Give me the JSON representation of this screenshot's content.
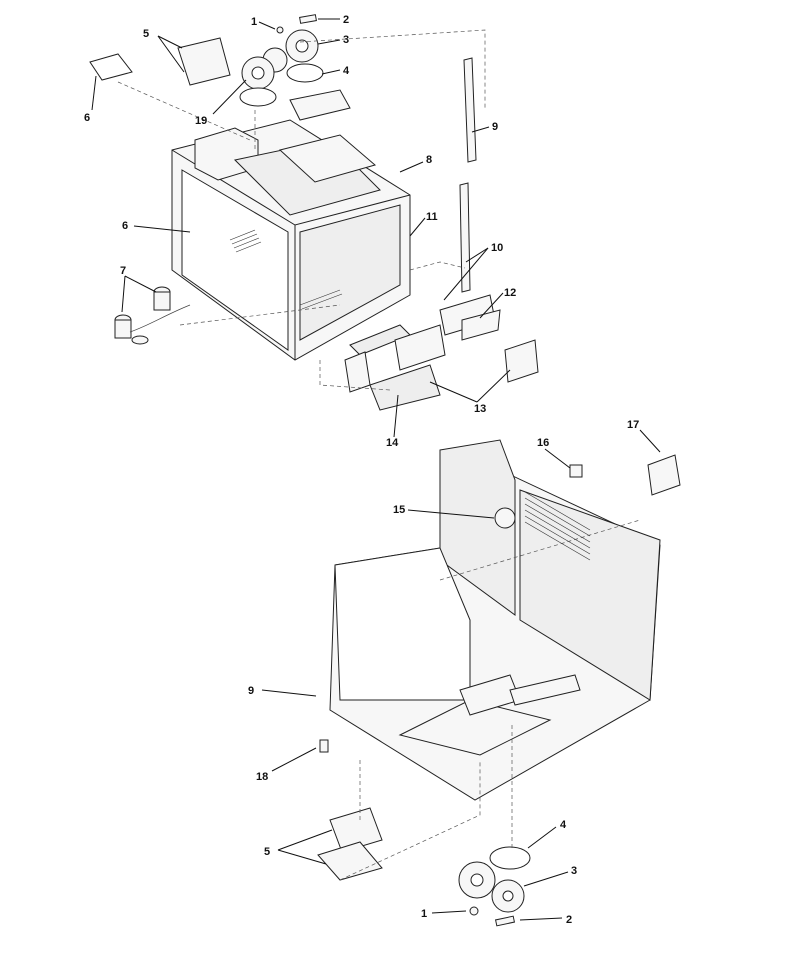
{
  "callouts": [
    {
      "id": "c1a",
      "label": "1"
    },
    {
      "id": "c2a",
      "label": "2"
    },
    {
      "id": "c3a",
      "label": "3"
    },
    {
      "id": "c4a",
      "label": "4"
    },
    {
      "id": "c5a",
      "label": "5"
    },
    {
      "id": "c6a",
      "label": "6"
    },
    {
      "id": "c6b",
      "label": "6"
    },
    {
      "id": "c7",
      "label": "7"
    },
    {
      "id": "c8",
      "label": "8"
    },
    {
      "id": "c9a",
      "label": "9"
    },
    {
      "id": "c10",
      "label": "10"
    },
    {
      "id": "c11",
      "label": "11"
    },
    {
      "id": "c12",
      "label": "12"
    },
    {
      "id": "c13",
      "label": "13"
    },
    {
      "id": "c14",
      "label": "14"
    },
    {
      "id": "c15",
      "label": "15"
    },
    {
      "id": "c16",
      "label": "16"
    },
    {
      "id": "c17",
      "label": "17"
    },
    {
      "id": "c19",
      "label": "19"
    },
    {
      "id": "c9b",
      "label": "9"
    },
    {
      "id": "c18",
      "label": "18"
    },
    {
      "id": "c5b",
      "label": "5"
    },
    {
      "id": "c4b",
      "label": "4"
    },
    {
      "id": "c3b",
      "label": "3"
    },
    {
      "id": "c1b",
      "label": "1"
    },
    {
      "id": "c2b",
      "label": "2"
    }
  ]
}
